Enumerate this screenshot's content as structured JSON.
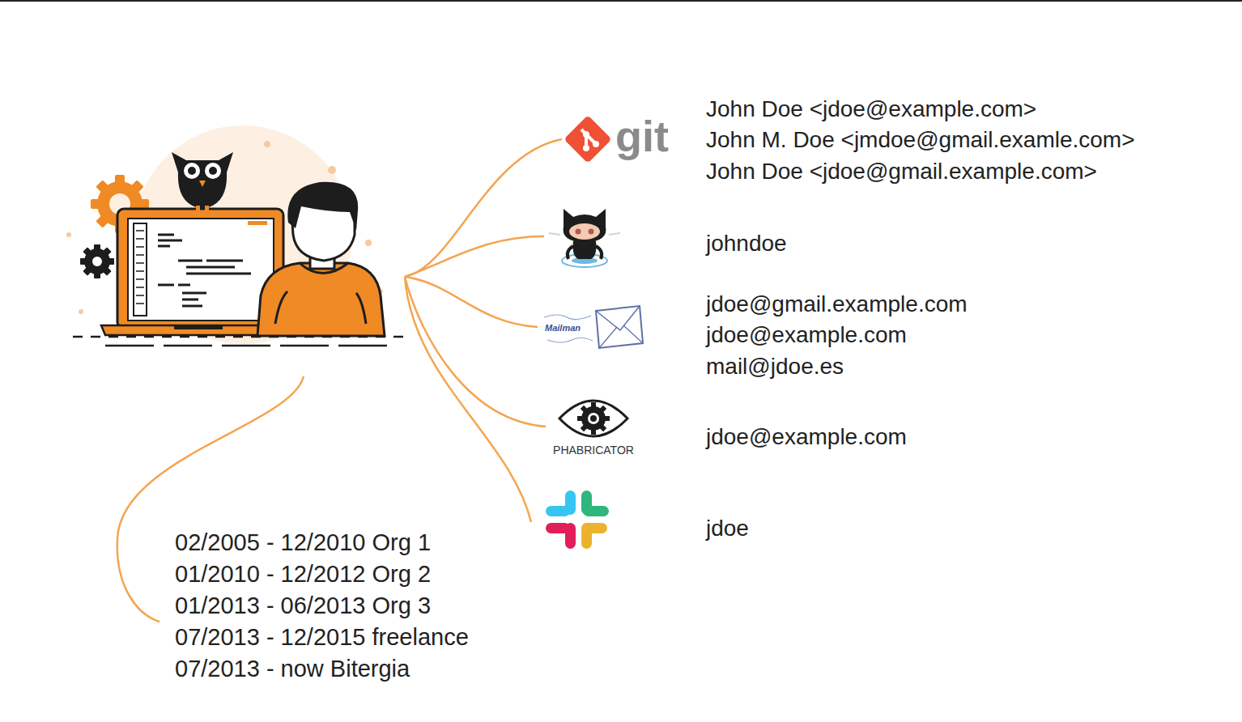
{
  "diagram": {
    "labels": [
      "git",
      "John Doe <jdoe@example.com>",
      "John M. Doe <jmdoe@gmail.examle.com>",
      "John Doe <jdoe@gmail.example.com>",
      "johndoe",
      "Mailman",
      "jdoe@gmail.example.com",
      "jdoe@example.com",
      "mail@jdoe.es",
      "PHABRICATOR",
      "jdoe@example.com",
      "jdoe",
      "02/2005 - 12/2010 Org 1",
      "01/2010 - 12/2012 Org 2",
      "01/2013 - 06/2013 Org 3",
      "07/2013 - 12/2015 freelance",
      "07/2013 - now Bitergia"
    ]
  }
}
